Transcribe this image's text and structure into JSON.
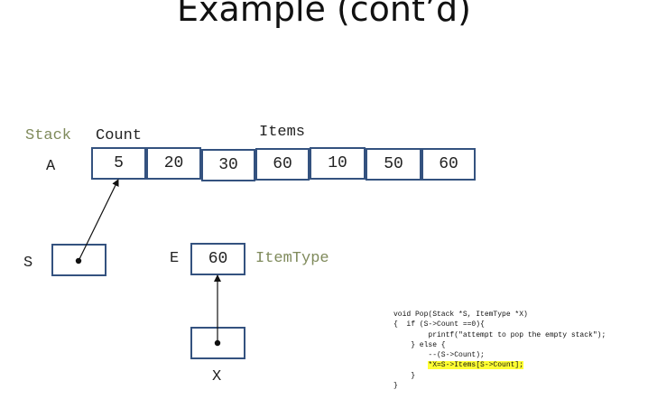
{
  "title": "Example (cont’d)",
  "labels": {
    "stack": "Stack",
    "count": "Count",
    "items": "Items",
    "a": "A",
    "s": "S",
    "e": "E",
    "item_type": "ItemType",
    "x": "X"
  },
  "count_value": "5",
  "items": [
    "20",
    "30",
    "60",
    "10",
    "50",
    "60"
  ],
  "e_value": "60",
  "colors": {
    "box_border": "#34527f",
    "olive_label": "#7f8a5b",
    "highlight": "#ffff33"
  },
  "code": [
    {
      "indent": "",
      "text": "void Pop(Stack *S, ItemType *X)"
    },
    {
      "indent": "{  ",
      "text": "if (S->Count ==0){"
    },
    {
      "indent": "        ",
      "text": "printf(\"attempt to pop the empty stack\");"
    },
    {
      "indent": "    ",
      "text": "} else {"
    },
    {
      "indent": "        ",
      "text": "--(S->Count);"
    },
    {
      "indent": "        ",
      "text": "*X=S->Items[S->Count];"
    },
    {
      "indent": "    ",
      "text": "}"
    },
    {
      "indent": "",
      "text": "}"
    }
  ],
  "highlighted_line": 5
}
